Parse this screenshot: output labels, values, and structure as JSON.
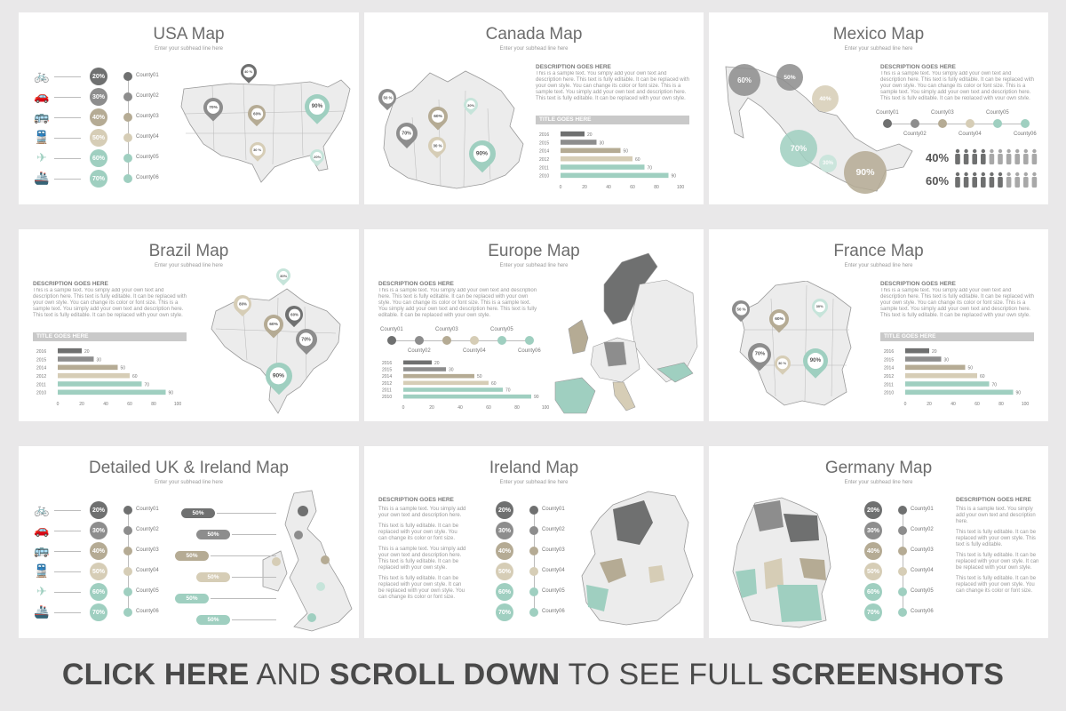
{
  "colors": {
    "dark": "#6f7070",
    "gray": "#8d8d8d",
    "taupe": "#b5ab94",
    "beige": "#d6cdb6",
    "mint": "#9fcfc0",
    "mint_light": "#c6e4da",
    "map_fill": "#ececec",
    "map_stroke": "#9a9a9a"
  },
  "common": {
    "subhead": "Enter your subhead line here",
    "desc_heading": "DESCRIPTION GOES HERE",
    "desc_text": "This is a sample text. You simply add your own text and description here. This text is fully editable. It can be replaced with your own style. You can change its color or font size. This is a sample text. You simply add your own text and description here. This text is fully editable. It can be replaced with your own style.",
    "bar_title": "TITLE GOES HERE",
    "counties": [
      "County01",
      "County02",
      "County03",
      "County04",
      "County05",
      "County06"
    ],
    "percents": [
      "20%",
      "30%",
      "40%",
      "50%",
      "60%",
      "70%"
    ]
  },
  "slides": {
    "usa": {
      "title": "USA Map",
      "pins": [
        "70%",
        "40 %",
        "60%",
        "90%",
        "30 %",
        "20%"
      ]
    },
    "canada": {
      "title": "Canada Map",
      "pins": [
        "50 %",
        "70%",
        "60%",
        "30%",
        "30 %",
        "90%"
      ]
    },
    "mexico": {
      "title": "Mexico Map",
      "bubbles": [
        "60%",
        "50%",
        "40%",
        "70%",
        "30%",
        "90%"
      ],
      "people": [
        "40%",
        "60%"
      ]
    },
    "brazil": {
      "title": "Brazil Map",
      "pins": [
        "30%",
        "80%",
        "60%",
        "60%",
        "70%",
        "90%"
      ]
    },
    "europe": {
      "title": "Europe Map"
    },
    "france": {
      "title": "France Map",
      "pins": [
        "50 %",
        "60%",
        "30%",
        "70%",
        "30 %",
        "90%"
      ]
    },
    "uk": {
      "title": "Detailed UK & Ireland Map",
      "pills": [
        "50%",
        "50%",
        "50%",
        "50%",
        "50%",
        "50%"
      ]
    },
    "ireland": {
      "title": "Ireland Map",
      "desc_paras": [
        "This is a sample text. You simply add your own text and description here.",
        "This text is fully editable. It can be replaced with your own style. You can change its color or font size.",
        "This is a sample text. You simply add your own text and description here. This text is fully editable. It can be replaced with your own style.",
        "This text is fully editable. It can be replaced with your own style. It can be replaced with your own style. You can change its color or font size."
      ]
    },
    "germany": {
      "title": "Germany Map",
      "desc_paras": [
        "This is a sample text. You simply add your own text and description here.",
        "This text is fully editable. It can be replaced with your own style. This text is fully editable.",
        "This text is fully editable. It can be replaced with your own style. It can be replaced with your own style.",
        "This text is fully editable. It can be replaced with your own style. You can change its color or font size."
      ]
    }
  },
  "chart_data": {
    "type": "bar",
    "categories": [
      "2016",
      "2015",
      "2014",
      "2012",
      "2011",
      "2010"
    ],
    "values": [
      20,
      30,
      50,
      60,
      70,
      90
    ],
    "xticks": [
      "0",
      "20",
      "40",
      "60",
      "80",
      "100"
    ],
    "xlim": [
      0,
      100
    ]
  },
  "banner": {
    "part1": "CLICK HERE",
    "part2": " AND ",
    "part3": "SCROLL DOWN",
    "part4": " TO SEE FULL ",
    "part5": "SCREENSHOTS"
  }
}
